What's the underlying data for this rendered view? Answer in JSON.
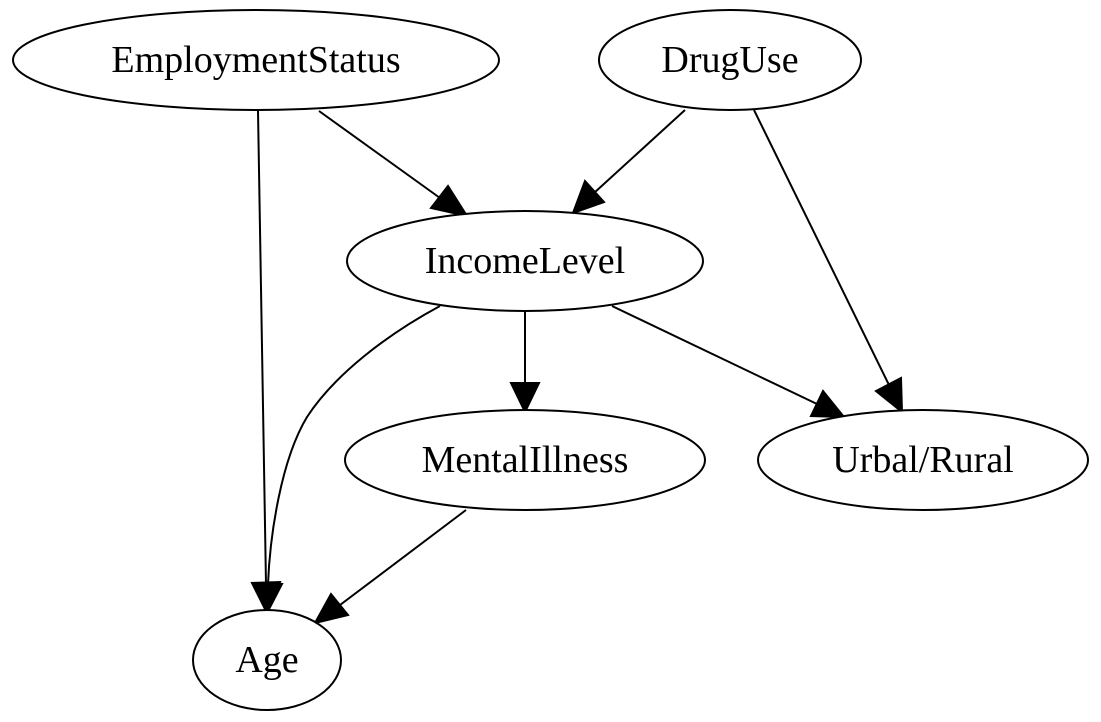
{
  "nodes": [
    {
      "id": "employment",
      "label": "EmploymentStatus"
    },
    {
      "id": "druguse",
      "label": "DrugUse"
    },
    {
      "id": "income",
      "label": "IncomeLevel"
    },
    {
      "id": "mental",
      "label": "MentalIllness"
    },
    {
      "id": "urban",
      "label": "Urbal/Rural"
    },
    {
      "id": "age",
      "label": "Age"
    }
  ],
  "edges": [
    {
      "from": "employment",
      "to": "income"
    },
    {
      "from": "employment",
      "to": "age"
    },
    {
      "from": "druguse",
      "to": "income"
    },
    {
      "from": "druguse",
      "to": "urban"
    },
    {
      "from": "income",
      "to": "mental"
    },
    {
      "from": "income",
      "to": "urban"
    },
    {
      "from": "income",
      "to": "age"
    },
    {
      "from": "mental",
      "to": "age"
    }
  ],
  "colors": {
    "stroke": "#000000",
    "fill": "#ffffff"
  }
}
